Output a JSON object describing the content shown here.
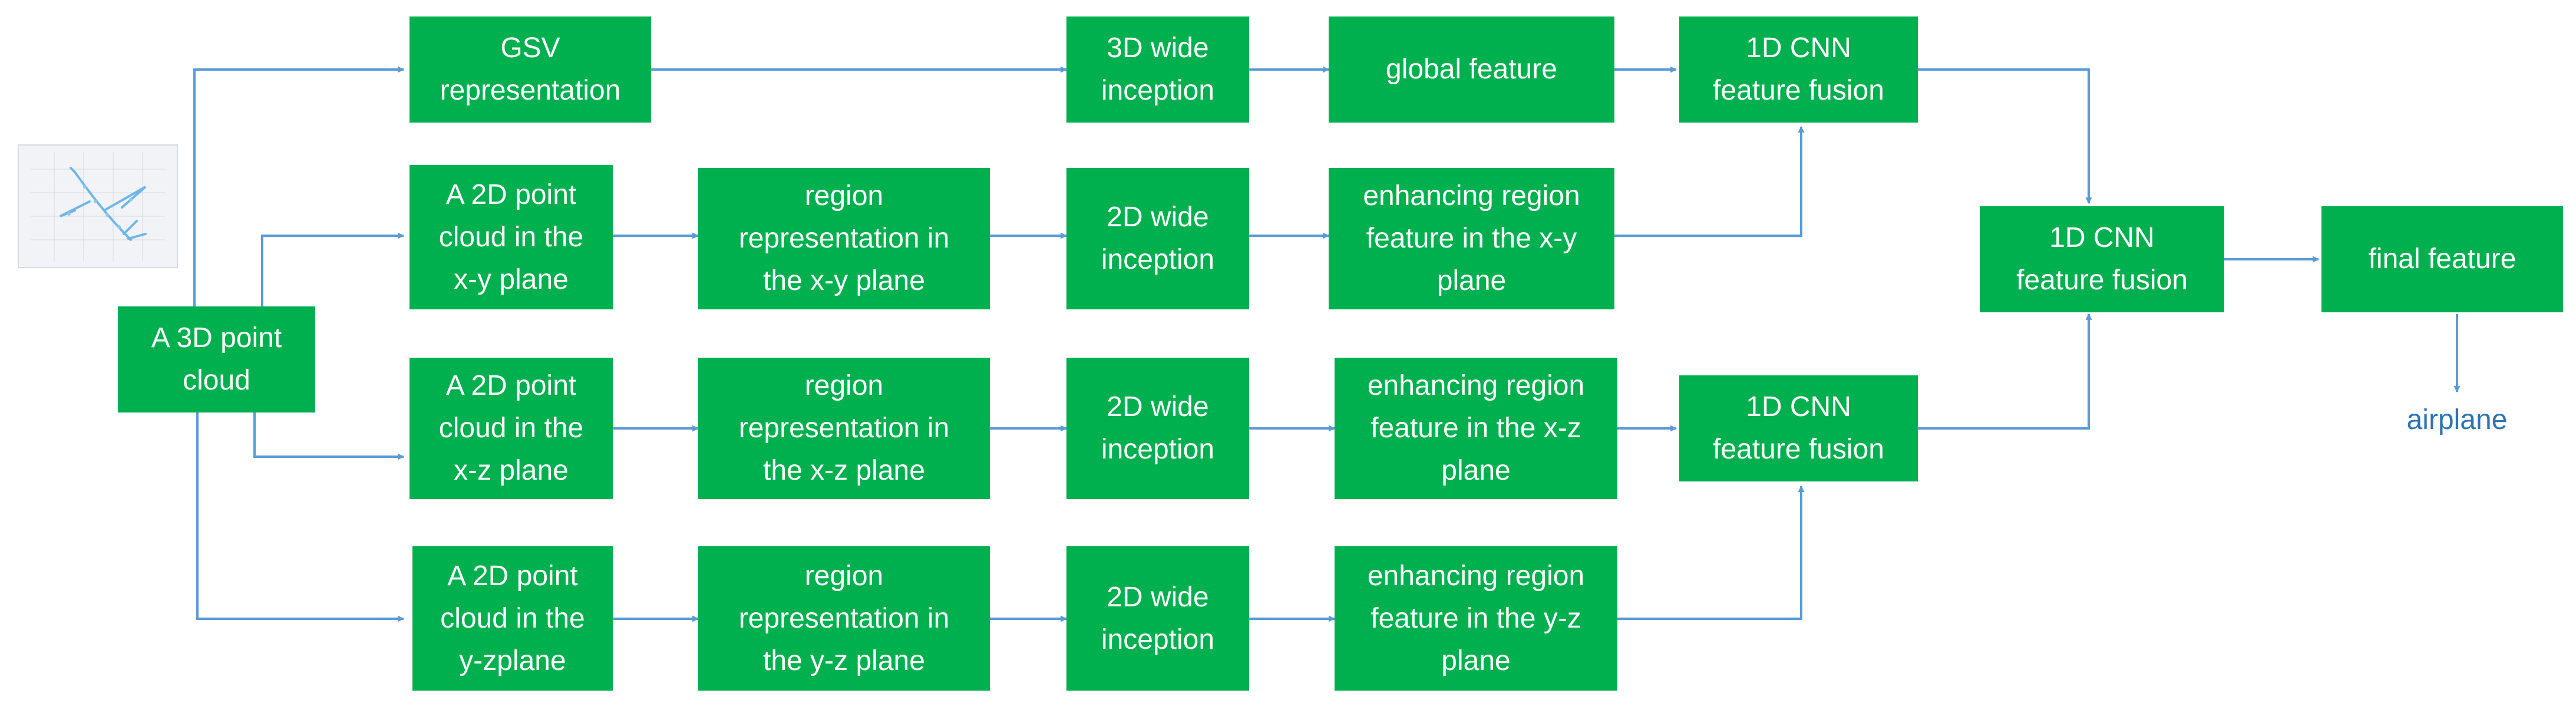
{
  "colors": {
    "box": "#00b04f",
    "box_text": "#ffffff",
    "arrow": "#5b9bd5",
    "label": "#2e74b5"
  },
  "input_thumbnail_icon": "airplane-point-cloud-thumbnail",
  "nodes": {
    "input": "A 3D point\ncloud",
    "gsv": "GSV\nrepresentation",
    "pc_xy": "A 2D point\ncloud in the\nx-y plane",
    "pc_xz": "A 2D point\ncloud in the\nx-z plane",
    "pc_yz": "A 2D point\ncloud in the\ny-zplane",
    "reg_xy": "region\nrepresentation in\nthe x-y plane",
    "reg_xz": "region\nrepresentation in\nthe x-z plane",
    "reg_yz": "region\nrepresentation in\nthe y-z plane",
    "inc3d": "3D wide\ninception",
    "inc_xy": "2D wide\ninception",
    "inc_xz": "2D wide\ninception",
    "inc_yz": "2D wide\ninception",
    "global": "global feature",
    "enh_xy": "enhancing region\nfeature in the x-y\nplane",
    "enh_xz": "enhancing region\nfeature in the x-z\nplane",
    "enh_yz": "enhancing region\nfeature in the y-z\nplane",
    "fuse_top": "1D CNN\nfeature fusion",
    "fuse_bottom": "1D CNN\nfeature fusion",
    "fuse_final": "1D CNN\nfeature fusion",
    "final": "final feature"
  },
  "output_label": "airplane"
}
